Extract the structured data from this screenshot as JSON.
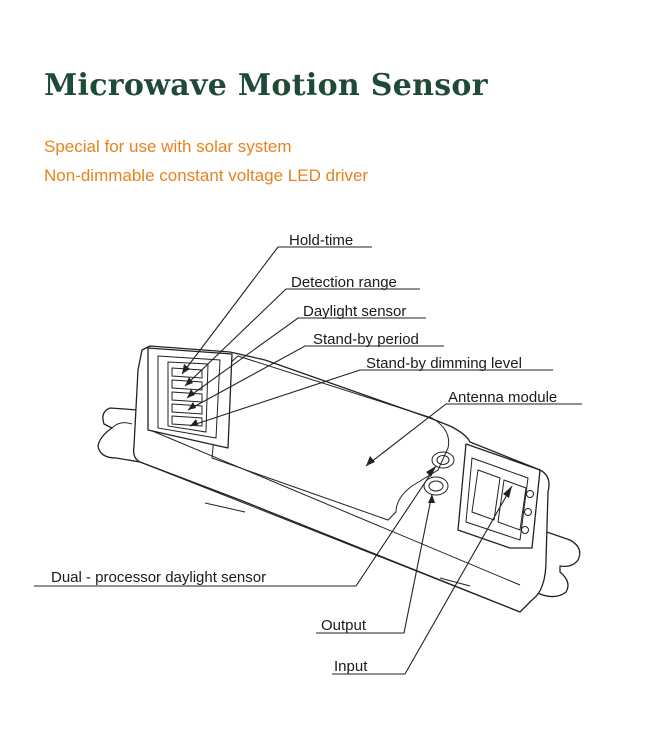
{
  "title": "Microwave Motion Sensor",
  "subtitle_lines": [
    "Special for use with solar system",
    "Non-dimmable constant voltage LED driver"
  ],
  "labels": {
    "hold_time": "Hold-time",
    "detection_range": "Detection range",
    "daylight_sensor": "Daylight sensor",
    "standby_period": "Stand-by period",
    "standby_dimming_level": "Stand-by dimming level",
    "antenna_module": "Antenna module",
    "dual_processor": "Dual - processor daylight sensor",
    "output": "Output",
    "input": "Input"
  },
  "colors": {
    "title": "#1f4a38",
    "subtitle": "#e8821e",
    "line": "#222222"
  }
}
